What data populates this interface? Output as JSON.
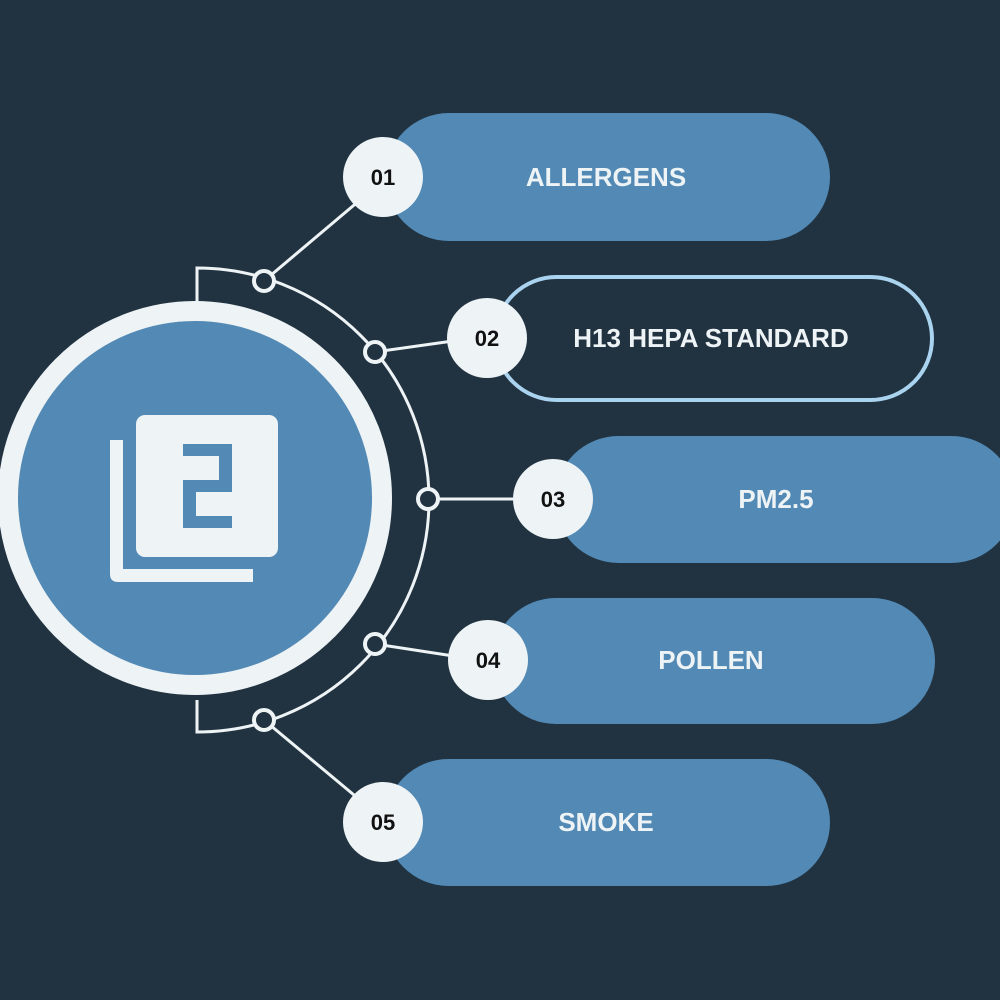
{
  "colors": {
    "background": "#213341",
    "accent": "#5289b5",
    "light": "#eef3f5",
    "outline": "#a9d3ee"
  },
  "center_icon": "number-two-stack-icon",
  "items": [
    {
      "number": "01",
      "label": "ALLERGENS",
      "style": "filled"
    },
    {
      "number": "02",
      "label": "H13 HEPA STANDARD",
      "style": "outline"
    },
    {
      "number": "03",
      "label": "PM2.5",
      "style": "filled"
    },
    {
      "number": "04",
      "label": "POLLEN",
      "style": "filled"
    },
    {
      "number": "05",
      "label": "SMOKE",
      "style": "filled"
    }
  ]
}
